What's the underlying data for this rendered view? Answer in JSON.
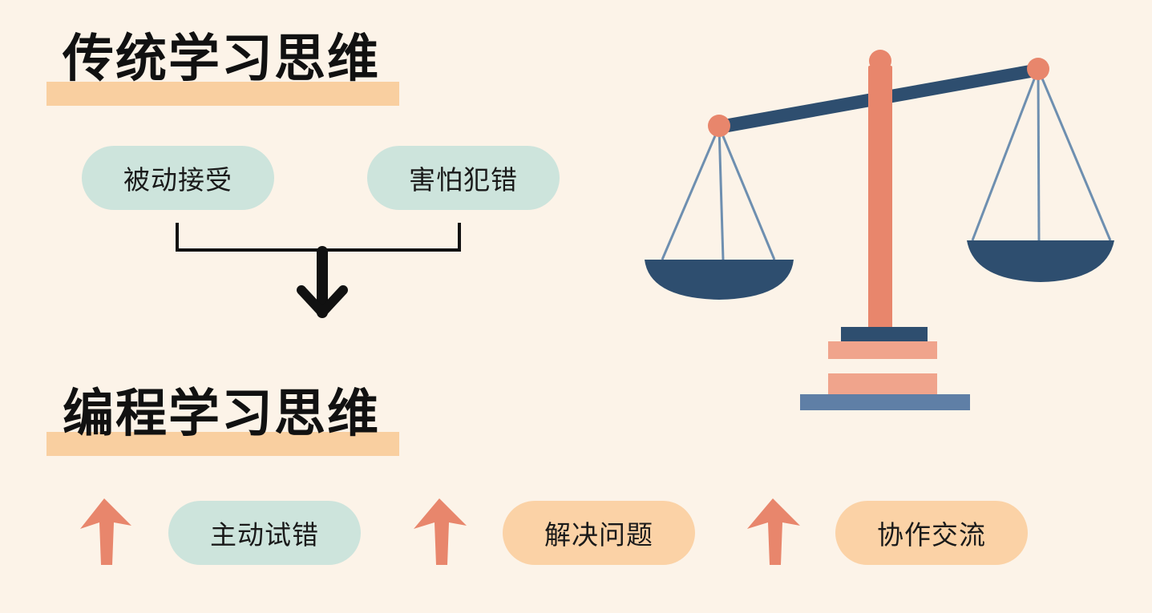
{
  "traditional": {
    "title": "传统学习思维",
    "items": [
      "被动接受",
      "害怕犯错"
    ]
  },
  "programming": {
    "title": "编程学习思维",
    "items": [
      "主动试错",
      "解决问题",
      "协作交流"
    ]
  },
  "colors": {
    "background": "#fcf3e8",
    "highlight": "#f9cfa0",
    "pill_green": "#cde4dc",
    "pill_orange": "#fbd2a6",
    "arrow_up": "#e8866c",
    "scale_navy": "#2e4e6f",
    "scale_coral": "#e8866c"
  },
  "icons": {
    "arrow_down": "arrow-down-icon",
    "arrow_up": "arrow-up-icon",
    "scale": "balance-scale-icon"
  }
}
